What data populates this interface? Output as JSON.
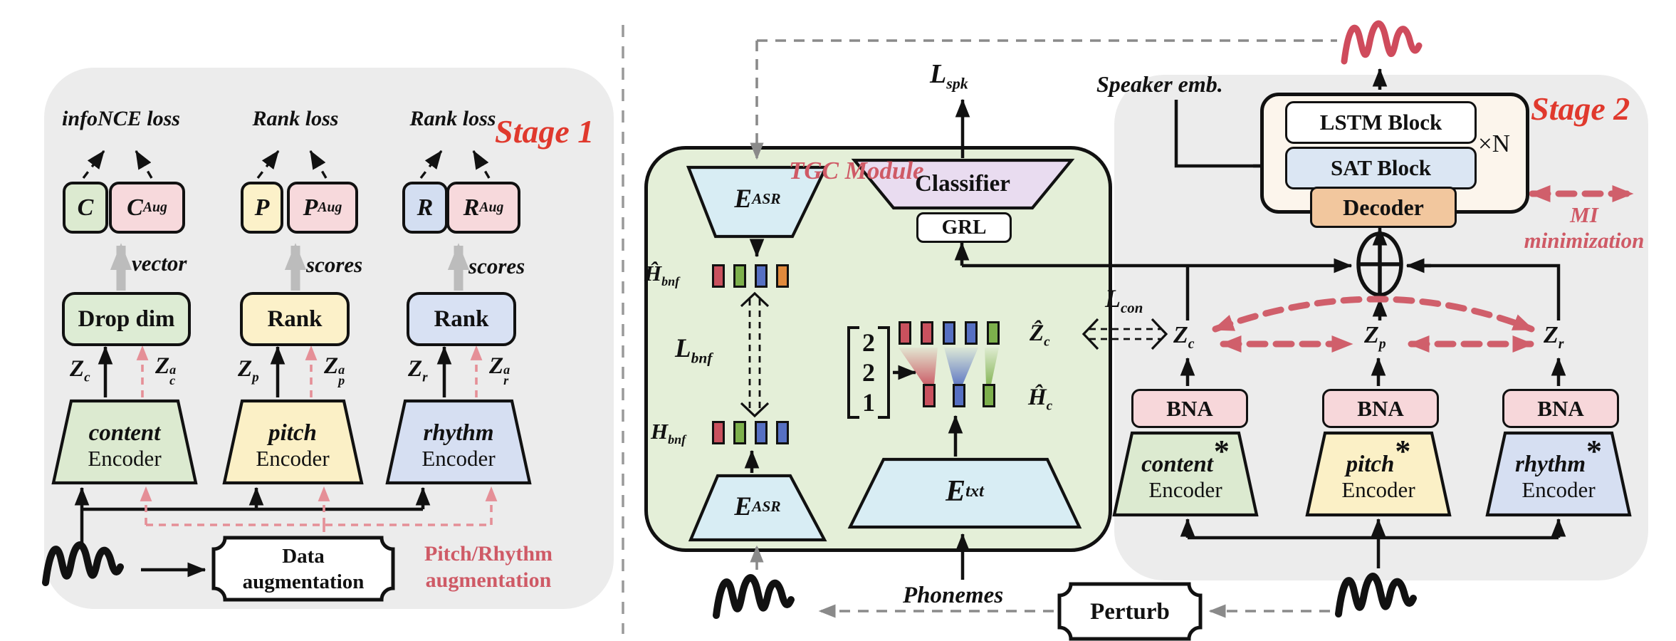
{
  "palette": {
    "squares": {
      "red": "#c9515e",
      "green": "#7db04c",
      "blue": "#5670c2",
      "orange": "#e08a3c"
    },
    "stage_title_red": "#e0392d",
    "accent_pink_red": "#cf5a66",
    "dashed_red_arrow": "#d05f6b",
    "gray_arrow": "#bcbcbc",
    "panel_gray": "#ececec",
    "tgc_green": "#e4efd8"
  },
  "stage1": {
    "title": "Stage 1",
    "columns": [
      {
        "loss": "infoNCE loss",
        "box": {
          "t": "C"
        },
        "box_aug": {
          "t": "C",
          "sub": "Aug"
        },
        "arrow_label": "vector",
        "op": "Drop dim",
        "z": {
          "t": "Z",
          "sub": "c"
        },
        "z_aug": {
          "t": "Z",
          "sub": "c",
          "sup": "a"
        },
        "enc": {
          "l1": "content",
          "l2": "Encoder"
        }
      },
      {
        "loss": "Rank loss",
        "box": {
          "t": "P"
        },
        "box_aug": {
          "t": "P",
          "sub": "Aug"
        },
        "arrow_label": "scores",
        "op": "Rank",
        "z": {
          "t": "Z",
          "sub": "p"
        },
        "z_aug": {
          "t": "Z",
          "sub": "p",
          "sup": "a"
        },
        "enc": {
          "l1": "pitch",
          "l2": "Encoder"
        }
      },
      {
        "loss": "Rank loss",
        "box": {
          "t": "R"
        },
        "box_aug": {
          "t": "R",
          "sub": "Aug"
        },
        "arrow_label": "scores",
        "op": "Rank",
        "z": {
          "t": "Z",
          "sub": "r"
        },
        "z_aug": {
          "t": "Z",
          "sub": "r",
          "sup": "a"
        },
        "enc": {
          "l1": "rhythm",
          "l2": "Encoder"
        }
      }
    ],
    "data_aug": {
      "l1": "Data",
      "l2": "augmentation"
    },
    "aug_note": {
      "l1": "Pitch/Rhythm",
      "l2": "augmentation"
    }
  },
  "tgc": {
    "title": "TGC Module",
    "e_asr": {
      "t": "E",
      "sub": "ASR"
    },
    "e_txt": {
      "t": "E",
      "sub": "txt"
    },
    "classifier": "Classifier",
    "grl": "GRL",
    "l_spk": {
      "t": "L",
      "sub": "spk"
    },
    "h_bnf_hat": {
      "t": "Ĥ",
      "sub": "bnf"
    },
    "l_bnf": {
      "t": "L",
      "sub": "bnf"
    },
    "h_bnf": {
      "t": "H",
      "sub": "bnf"
    },
    "z_c_hat": {
      "t": "Ẑ",
      "sub": "c"
    },
    "h_c_hat": {
      "t": "Ĥ",
      "sub": "c"
    },
    "matrix": [
      "2",
      "2",
      "1"
    ],
    "squares": {
      "h_bnf_hat": [
        "red",
        "green",
        "blue",
        "orange"
      ],
      "h_bnf": [
        "red",
        "green",
        "blue",
        "blue"
      ],
      "z_c_hat": [
        "red",
        "red",
        "blue",
        "blue",
        "green"
      ],
      "h_c_hat": [
        "red",
        "blue",
        "green"
      ]
    },
    "phonemes": "Phonemes"
  },
  "stage2": {
    "title": "Stage 2",
    "speaker_emb": "Speaker emb.",
    "lstm": "LSTM Block",
    "sat": "SAT Block",
    "xn": "×N",
    "decoder": "Decoder",
    "mi": {
      "l1": "MI",
      "l2": "minimization"
    },
    "l_con": {
      "t": "L",
      "sub": "con"
    },
    "z_c": {
      "t": "Z",
      "sub": "c"
    },
    "z_p": {
      "t": "Z",
      "sub": "p"
    },
    "z_r": {
      "t": "Z",
      "sub": "r"
    },
    "bna": "BNA",
    "encoders": [
      {
        "l1": "content",
        "star": "*",
        "l2": "Encoder"
      },
      {
        "l1": "pitch",
        "star": "*",
        "l2": "Encoder"
      },
      {
        "l1": "rhythm",
        "star": "*",
        "l2": "Encoder"
      }
    ],
    "perturb": "Perturb"
  }
}
